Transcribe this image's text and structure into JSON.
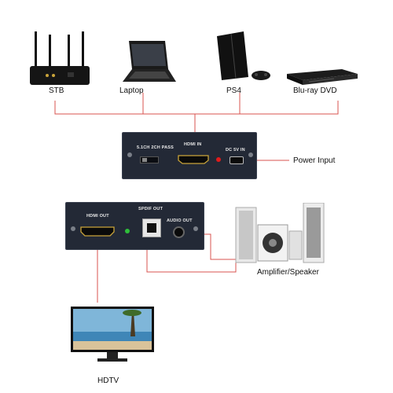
{
  "sources": [
    {
      "id": "stb",
      "label": "STB"
    },
    {
      "id": "laptop",
      "label": "Laptop"
    },
    {
      "id": "ps4",
      "label": "PS4"
    },
    {
      "id": "bluray",
      "label": "Blu-ray DVD"
    }
  ],
  "input_box": {
    "switch_label": "5.1CH 2CH PASS",
    "hdmi_in_label": "HDMI IN",
    "dc_label": "DC 5V IN"
  },
  "output_box": {
    "hdmi_out_label": "HDMI OUT",
    "spdif_label": "SPDIF OUT",
    "audio_out_label": "AUDIO OUT"
  },
  "power_label": "Power Input",
  "amplifier_label": "Amplifier/Speaker",
  "hdtv_label": "HDTV",
  "colors": {
    "connector_line": "#d9534f",
    "panel": "#232936",
    "indicator_red": "#e01b1b",
    "indicator_green": "#2fbf3a"
  }
}
